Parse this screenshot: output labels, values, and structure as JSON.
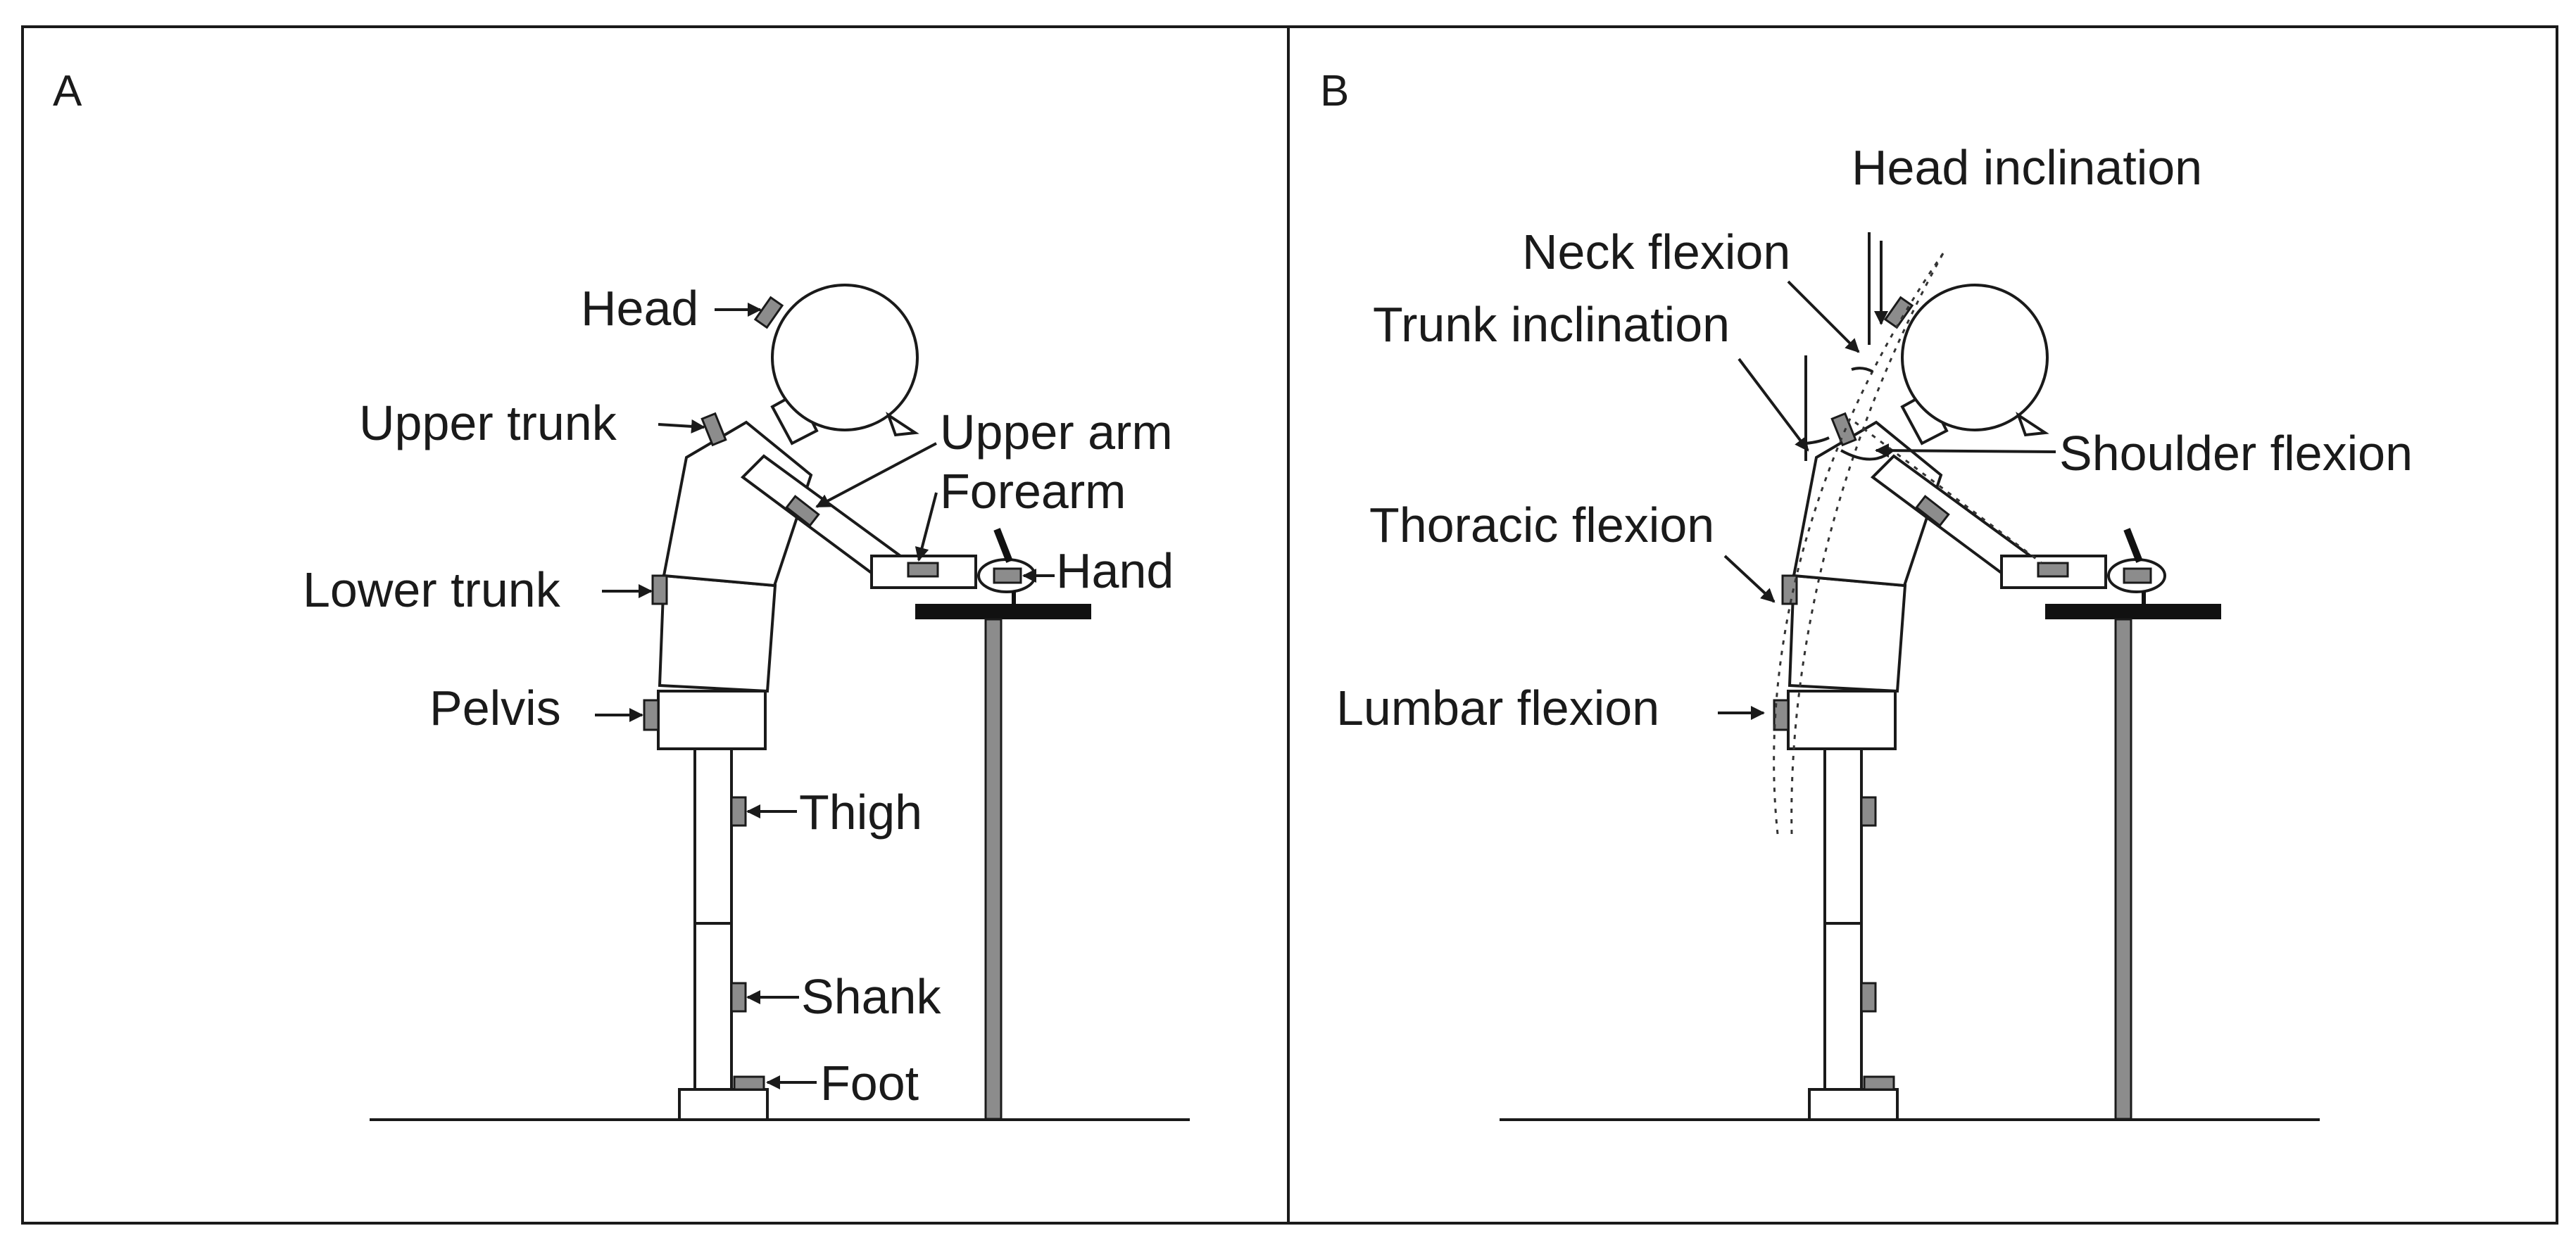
{
  "panels": {
    "a": {
      "letter": "A",
      "labels": {
        "head": "Head",
        "upper_trunk": "Upper trunk",
        "upper_arm": "Upper arm",
        "forearm": "Forearm",
        "hand": "Hand",
        "lower_trunk": "Lower trunk",
        "pelvis": "Pelvis",
        "thigh": "Thigh",
        "shank": "Shank",
        "foot": "Foot"
      }
    },
    "b": {
      "letter": "B",
      "labels": {
        "head_inclination": "Head inclination",
        "neck_flexion": "Neck flexion",
        "trunk_inclination": "Trunk inclination",
        "shoulder_flexion": "Shoulder flexion",
        "thoracic_flexion": "Thoracic flexion",
        "lumbar_flexion": "Lumbar flexion"
      }
    }
  },
  "colors": {
    "line": "#1a1a1a",
    "sensor": "#8c8c8c",
    "table_top": "#111111",
    "table_leg": "#8c8c8c",
    "background": "#ffffff"
  }
}
